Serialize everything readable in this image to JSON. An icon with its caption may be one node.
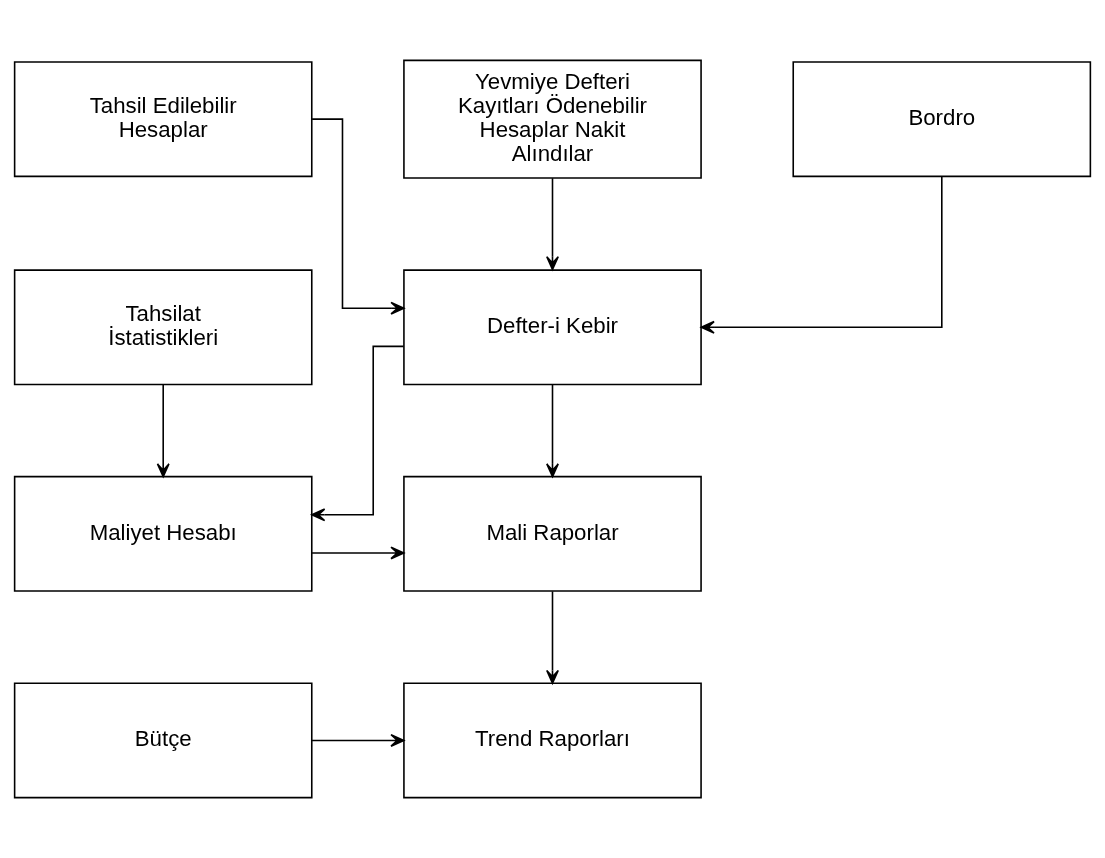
{
  "diagram": {
    "nodes": [
      {
        "text": [
          "Tahsil Edilebilir Hesaplar"
        ]
      },
      {
        "text": [
          "Yevmiye Defteri Kayıtları Ödenebilir Hesaplar Nakit Alındılar"
        ]
      },
      {
        "text": [
          "Bordro"
        ]
      },
      {
        "text": [
          "Defter-i Kebir"
        ]
      },
      {
        "text": [
          "Tahsilat İstatistikleri"
        ]
      },
      {
        "text": [
          "Maliyet Hesabı"
        ]
      },
      {
        "text": [
          "Mali Raporlar"
        ]
      },
      {
        "text": [
          "Trend Raporları"
        ]
      },
      {
        "text": [
          "Bütçe"
        ]
      }
    ],
    "edges": [
      {
        "from": 0,
        "to": 3,
        "arrow": "to"
      },
      {
        "from": 1,
        "to": 3,
        "arrow": "to"
      },
      {
        "from": 2,
        "to": 3,
        "arrow": "to"
      },
      {
        "from": 3,
        "to": 5,
        "arrow": "to"
      },
      {
        "from": 4,
        "to": 5,
        "arrow": "to"
      },
      {
        "from": 3,
        "to": 6,
        "arrow": "to"
      },
      {
        "from": 5,
        "to": 6,
        "arrow": "to"
      },
      {
        "from": 6,
        "to": 7,
        "arrow": "to"
      },
      {
        "from": 8,
        "to": 7,
        "arrow": "to"
      }
    ]
  }
}
